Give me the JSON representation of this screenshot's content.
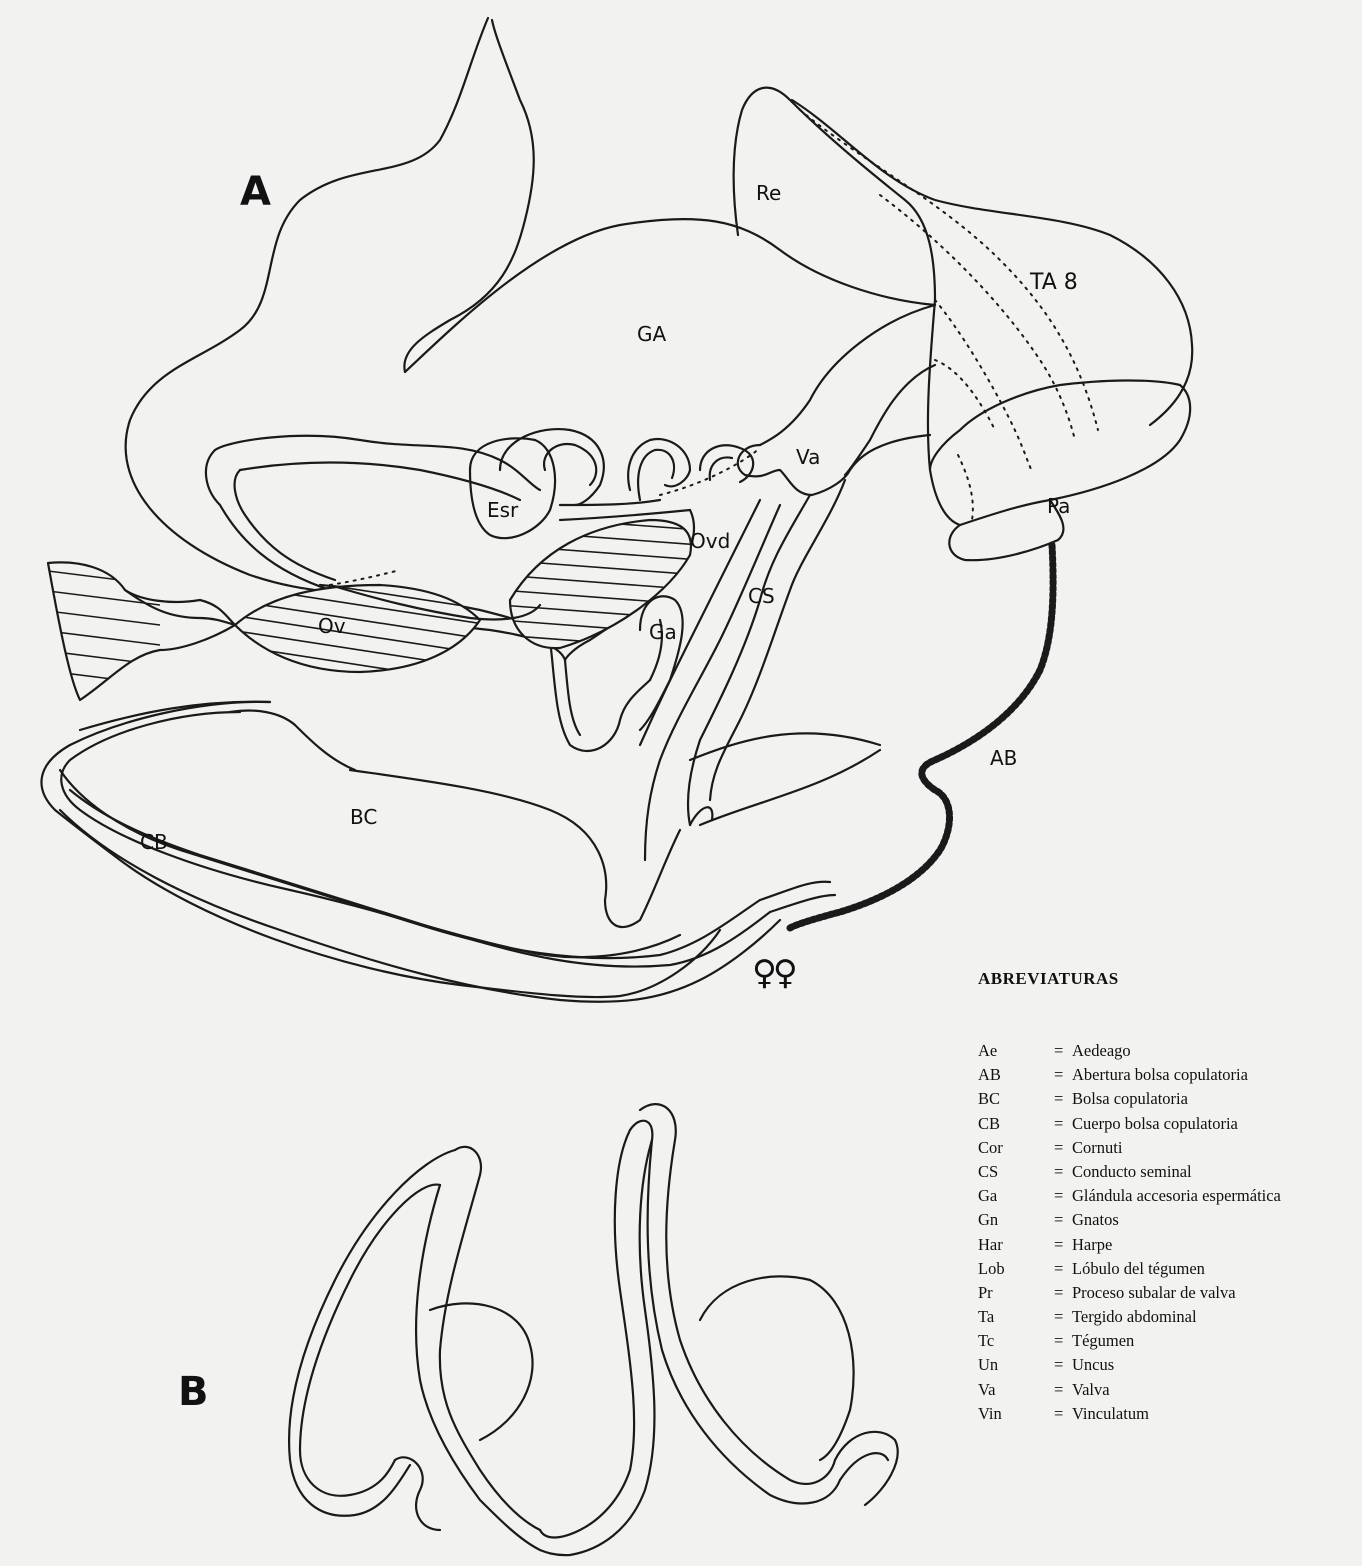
{
  "panels": {
    "a": "A",
    "b": "B"
  },
  "labels": {
    "re": "Re",
    "ta8": "TA 8",
    "ga_upper": "GA",
    "va": "Va",
    "esr": "Esr",
    "ovd": "Ovd",
    "pa": "Pa",
    "cs": "CS",
    "ov": "Ov",
    "ga_lower": "Ga",
    "ab": "AB",
    "bc": "BC",
    "cb": "CB"
  },
  "female_symbol": "♀♀",
  "abbreviations": {
    "title": "ABREVIATURAS",
    "entries": [
      {
        "code": "Ae",
        "meaning": "Aedeago"
      },
      {
        "code": "AB",
        "meaning": "Abertura bolsa copulatoria"
      },
      {
        "code": "BC",
        "meaning": "Bolsa copulatoria"
      },
      {
        "code": "CB",
        "meaning": "Cuerpo bolsa copulatoria"
      },
      {
        "code": "Cor",
        "meaning": "Cornuti"
      },
      {
        "code": "CS",
        "meaning": "Conducto seminal"
      },
      {
        "code": "Ga",
        "meaning": "Glándula accesoria espermática"
      },
      {
        "code": "Gn",
        "meaning": "Gnatos"
      },
      {
        "code": "Har",
        "meaning": "Harpe"
      },
      {
        "code": "Lob",
        "meaning": "Lóbulo del tégumen"
      },
      {
        "code": "Pr",
        "meaning": "Proceso subalar de valva"
      },
      {
        "code": "Ta",
        "meaning": "Tergido abdominal"
      },
      {
        "code": "Tc",
        "meaning": "Tégumen"
      },
      {
        "code": "Un",
        "meaning": "Uncus"
      },
      {
        "code": "Va",
        "meaning": "Valva"
      },
      {
        "code": "Vin",
        "meaning": "Vinculatum"
      }
    ]
  }
}
